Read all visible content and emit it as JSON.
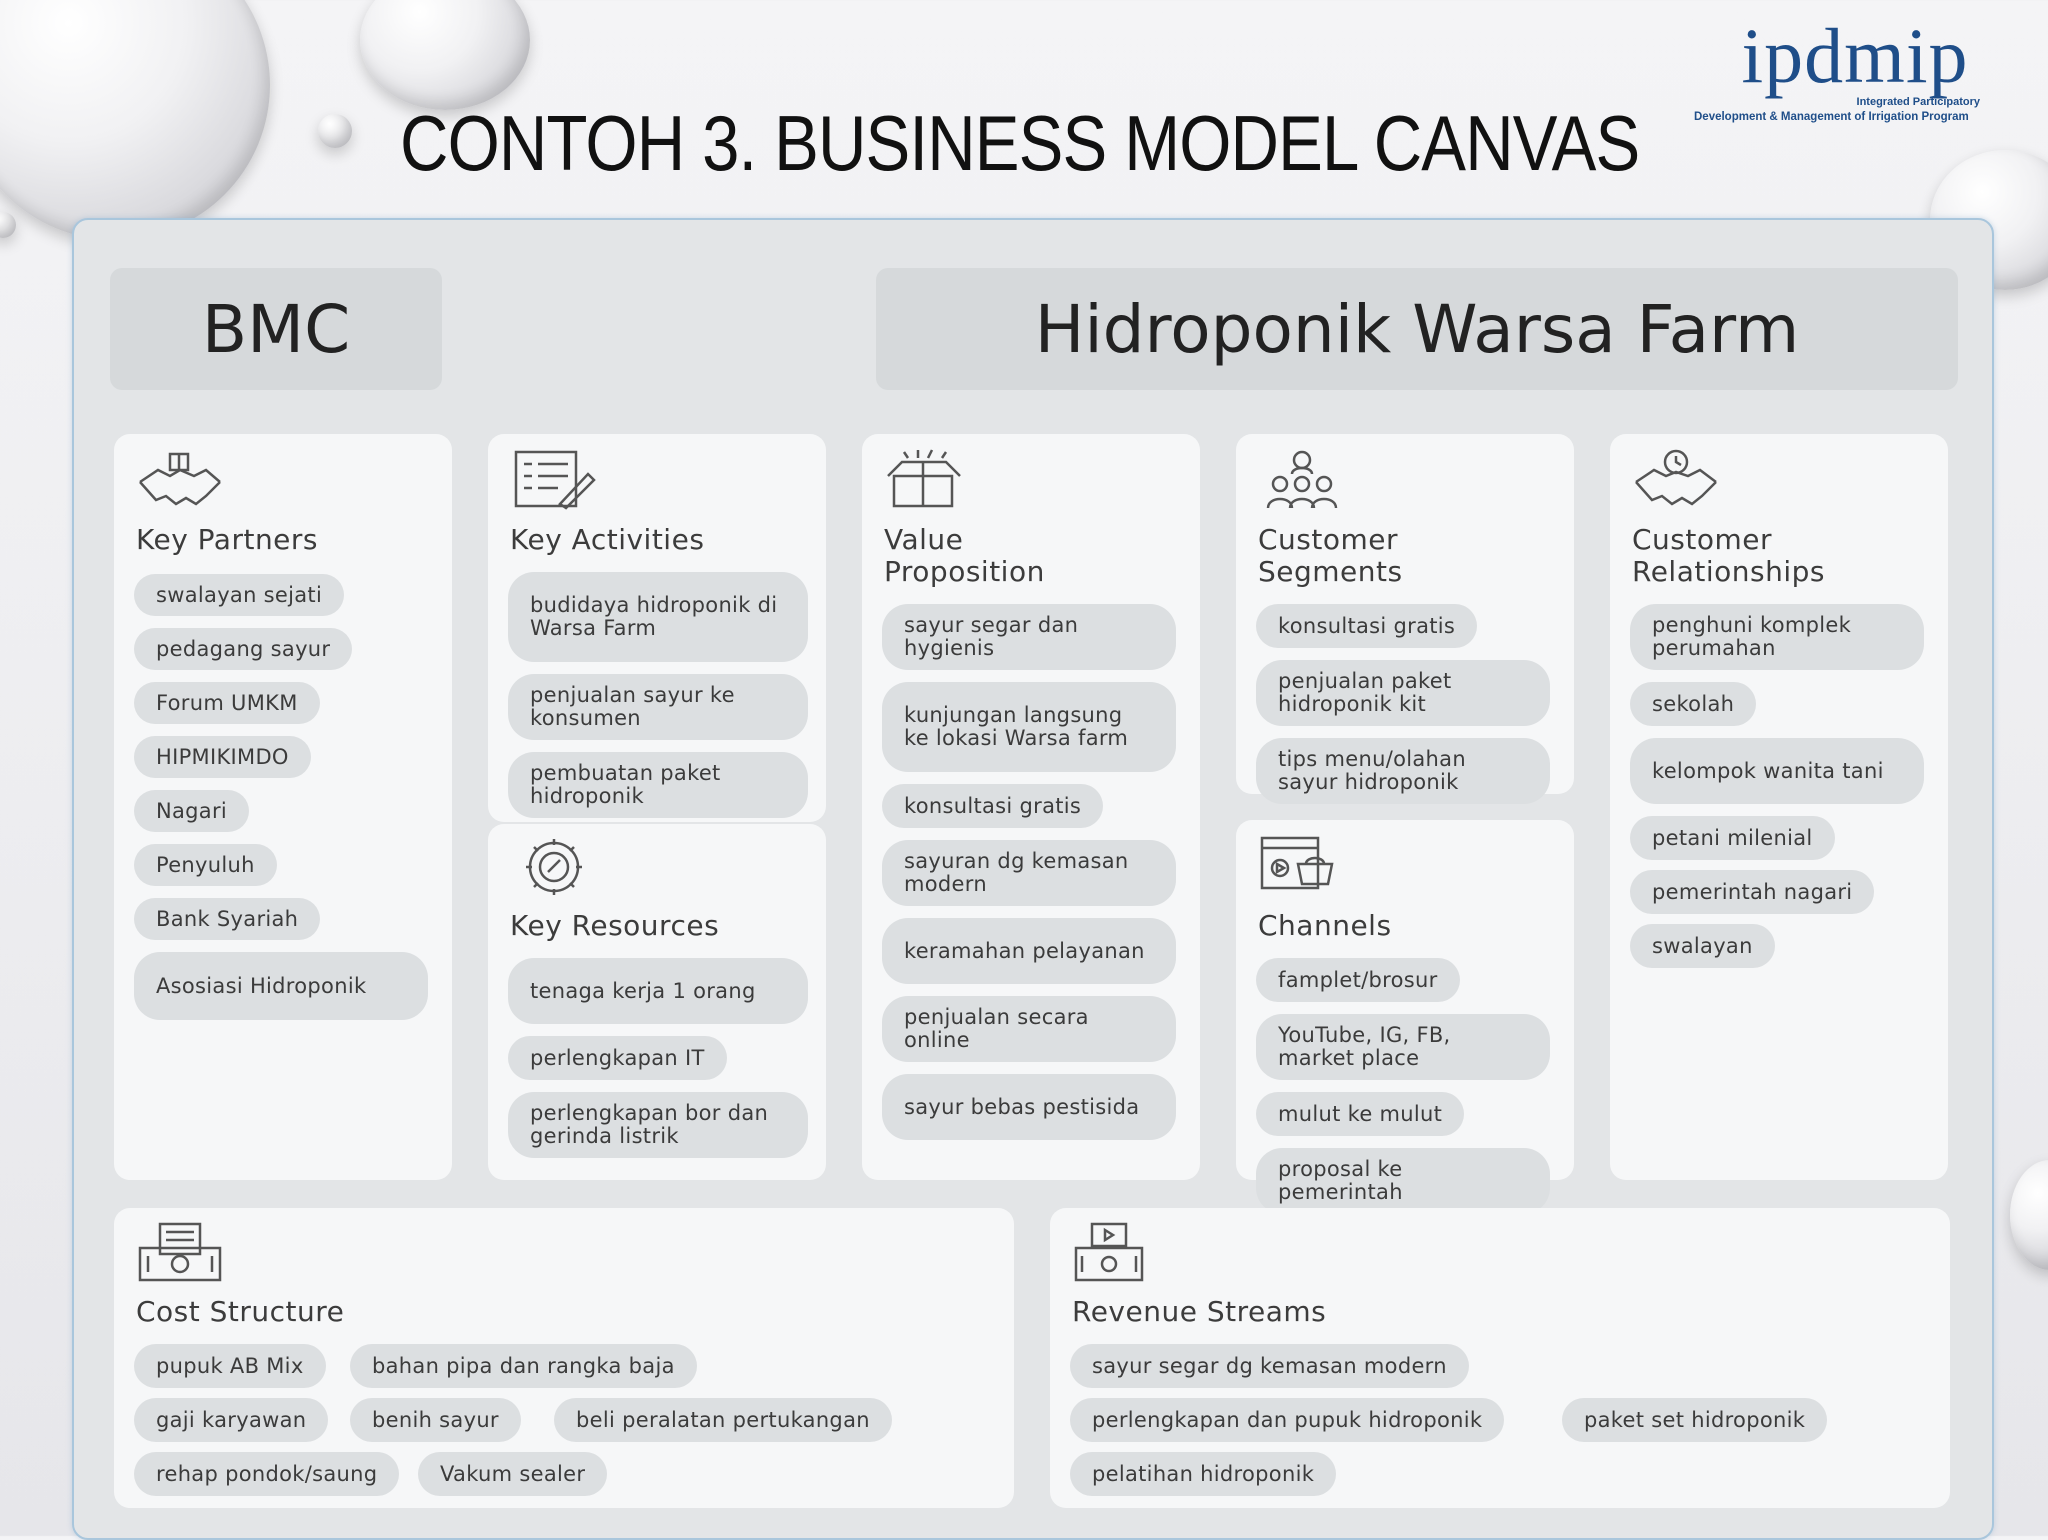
{
  "slide": {
    "title": "CONTOH 3. BUSINESS MODEL CANVAS"
  },
  "logo": {
    "word": "ipdmip",
    "line1": "Integrated Participatory",
    "line2": "Development & Management of Irrigation Program",
    "color": "#1f4e89"
  },
  "canvas": {
    "label": "BMC",
    "name": "Hidroponik Warsa Farm",
    "key_partners": {
      "title": "Key Partners",
      "icon": "handshake-icon",
      "items": [
        "swalayan sejati",
        "pedagang sayur",
        "Forum UMKM",
        "HIPMIKIMDO",
        "Nagari",
        "Penyuluh",
        "Bank Syariah",
        "Asosiasi Hidroponik"
      ]
    },
    "key_activities": {
      "title": "Key Activities",
      "icon": "checklist-icon",
      "items": [
        "budidaya hidroponik di Warsa Farm",
        "penjualan sayur ke konsumen",
        "pembuatan paket hidroponik"
      ]
    },
    "key_resources": {
      "title": "Key Resources",
      "icon": "gear-icon",
      "items": [
        "tenaga kerja 1 orang",
        "perlengkapan IT",
        "perlengkapan bor dan gerinda listrik"
      ]
    },
    "value_proposition": {
      "title": "Value Proposition",
      "icon": "gift-box-icon",
      "items": [
        "sayur segar dan hygienis",
        "kunjungan langsung ke lokasi Warsa farm",
        "konsultasi gratis",
        "sayuran dg kemasan modern",
        "keramahan pelayanan",
        "penjualan secara online",
        "sayur bebas pestisida"
      ]
    },
    "customer_relationships": {
      "title": "Customer Relationships",
      "icon": "handshake-clock-icon",
      "items": [
        "penghuni komplek perumahan",
        "sekolah",
        "kelompok wanita tani",
        "petani milenial",
        "pemerintah nagari",
        "swalayan"
      ]
    },
    "customer_segments": {
      "title": "Customer Segments",
      "icon": "people-icon",
      "items": [
        "konsultasi gratis",
        "penjualan paket hidroponik kit",
        "tips menu/olahan sayur hidroponik"
      ]
    },
    "channels": {
      "title": "Channels",
      "icon": "media-store-icon",
      "items": [
        "famplet/brosur",
        "YouTube, IG, FB, market place",
        "mulut ke mulut",
        "proposal ke pemerintah"
      ]
    },
    "cost_structure": {
      "title": "Cost Structure",
      "icon": "invoice-money-icon",
      "items": [
        "pupuk AB Mix",
        "bahan pipa dan rangka baja",
        "gaji karyawan",
        "benih sayur",
        "beli peralatan pertukangan",
        "rehap pondok/saung",
        "Vakum sealer"
      ]
    },
    "revenue_streams": {
      "title": "Revenue Streams",
      "icon": "cash-register-icon",
      "items": [
        "sayur segar dg kemasan modern",
        "perlengkapan dan pupuk hidroponik",
        "paket set hidroponik",
        "pelatihan hidroponik"
      ]
    }
  }
}
